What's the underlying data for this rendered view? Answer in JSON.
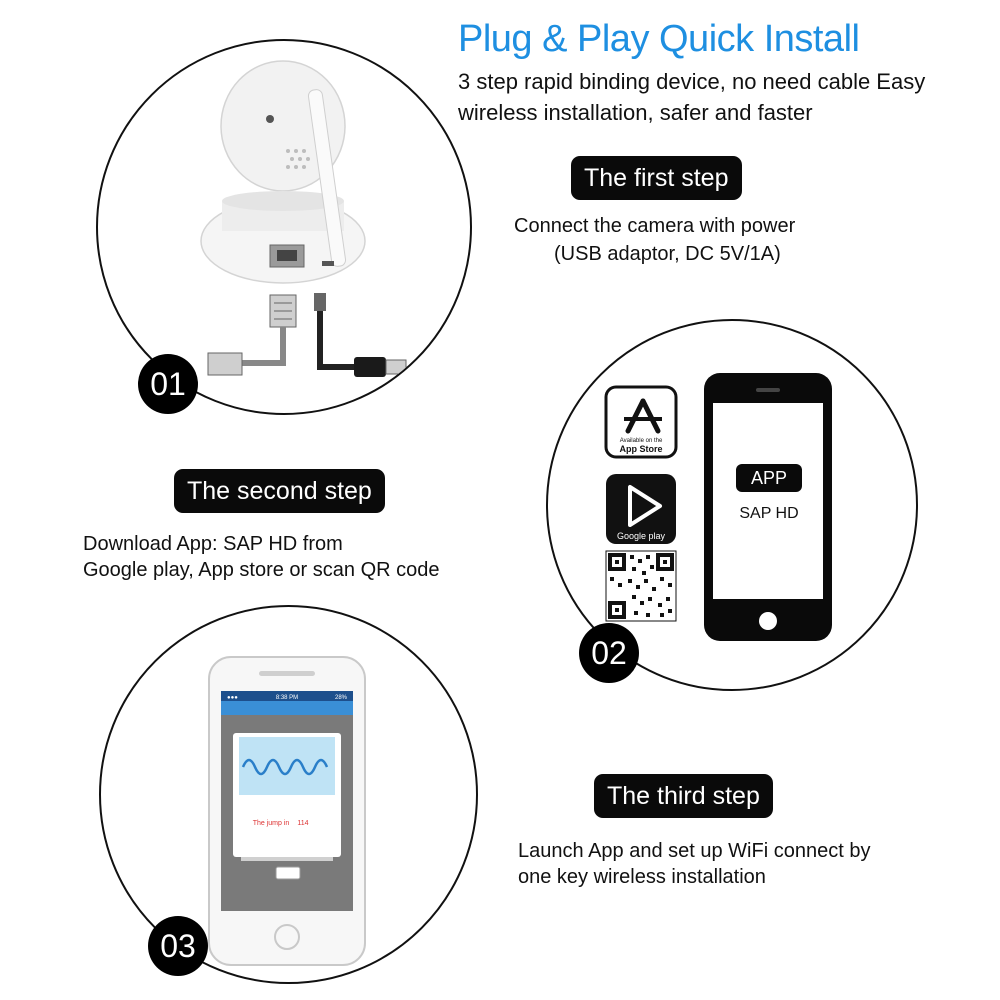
{
  "header": {
    "title": "Plug & Play Quick Install",
    "subtitle": "3 step rapid binding device, no need cable Easy wireless installation, safer and faster"
  },
  "steps": [
    {
      "badge": "01",
      "label": "The first step",
      "description_lines": [
        "Connect the camera with power",
        "(USB adaptor, DC 5V/1A)"
      ]
    },
    {
      "badge": "02",
      "label": "The second step",
      "description_lines": [
        "Download App: SAP HD from",
        "Google play, App store or scan QR code"
      ],
      "phone": {
        "badge": "APP",
        "app_name": "SAP HD"
      },
      "stores": {
        "apple_line1": "Available on the",
        "apple_line2": "App Store",
        "google": "Google play"
      }
    },
    {
      "badge": "03",
      "label": "The third step",
      "description_lines": [
        "Launch App and set up WiFi connect by",
        "one key wireless installation"
      ],
      "screen": {
        "battery": "28%",
        "time": "8:38 PM",
        "jump_text": "The jump in",
        "jump_value": "114"
      }
    }
  ],
  "icons": [
    "usb-plug-icon",
    "ethernet-plug-icon",
    "app-store-icon",
    "google-play-icon",
    "qr-code-icon",
    "wave-icon"
  ],
  "colors": {
    "title": "#1e8fe1",
    "pill": "#0a0a0a",
    "phone_screen": "#3a8fd6"
  }
}
